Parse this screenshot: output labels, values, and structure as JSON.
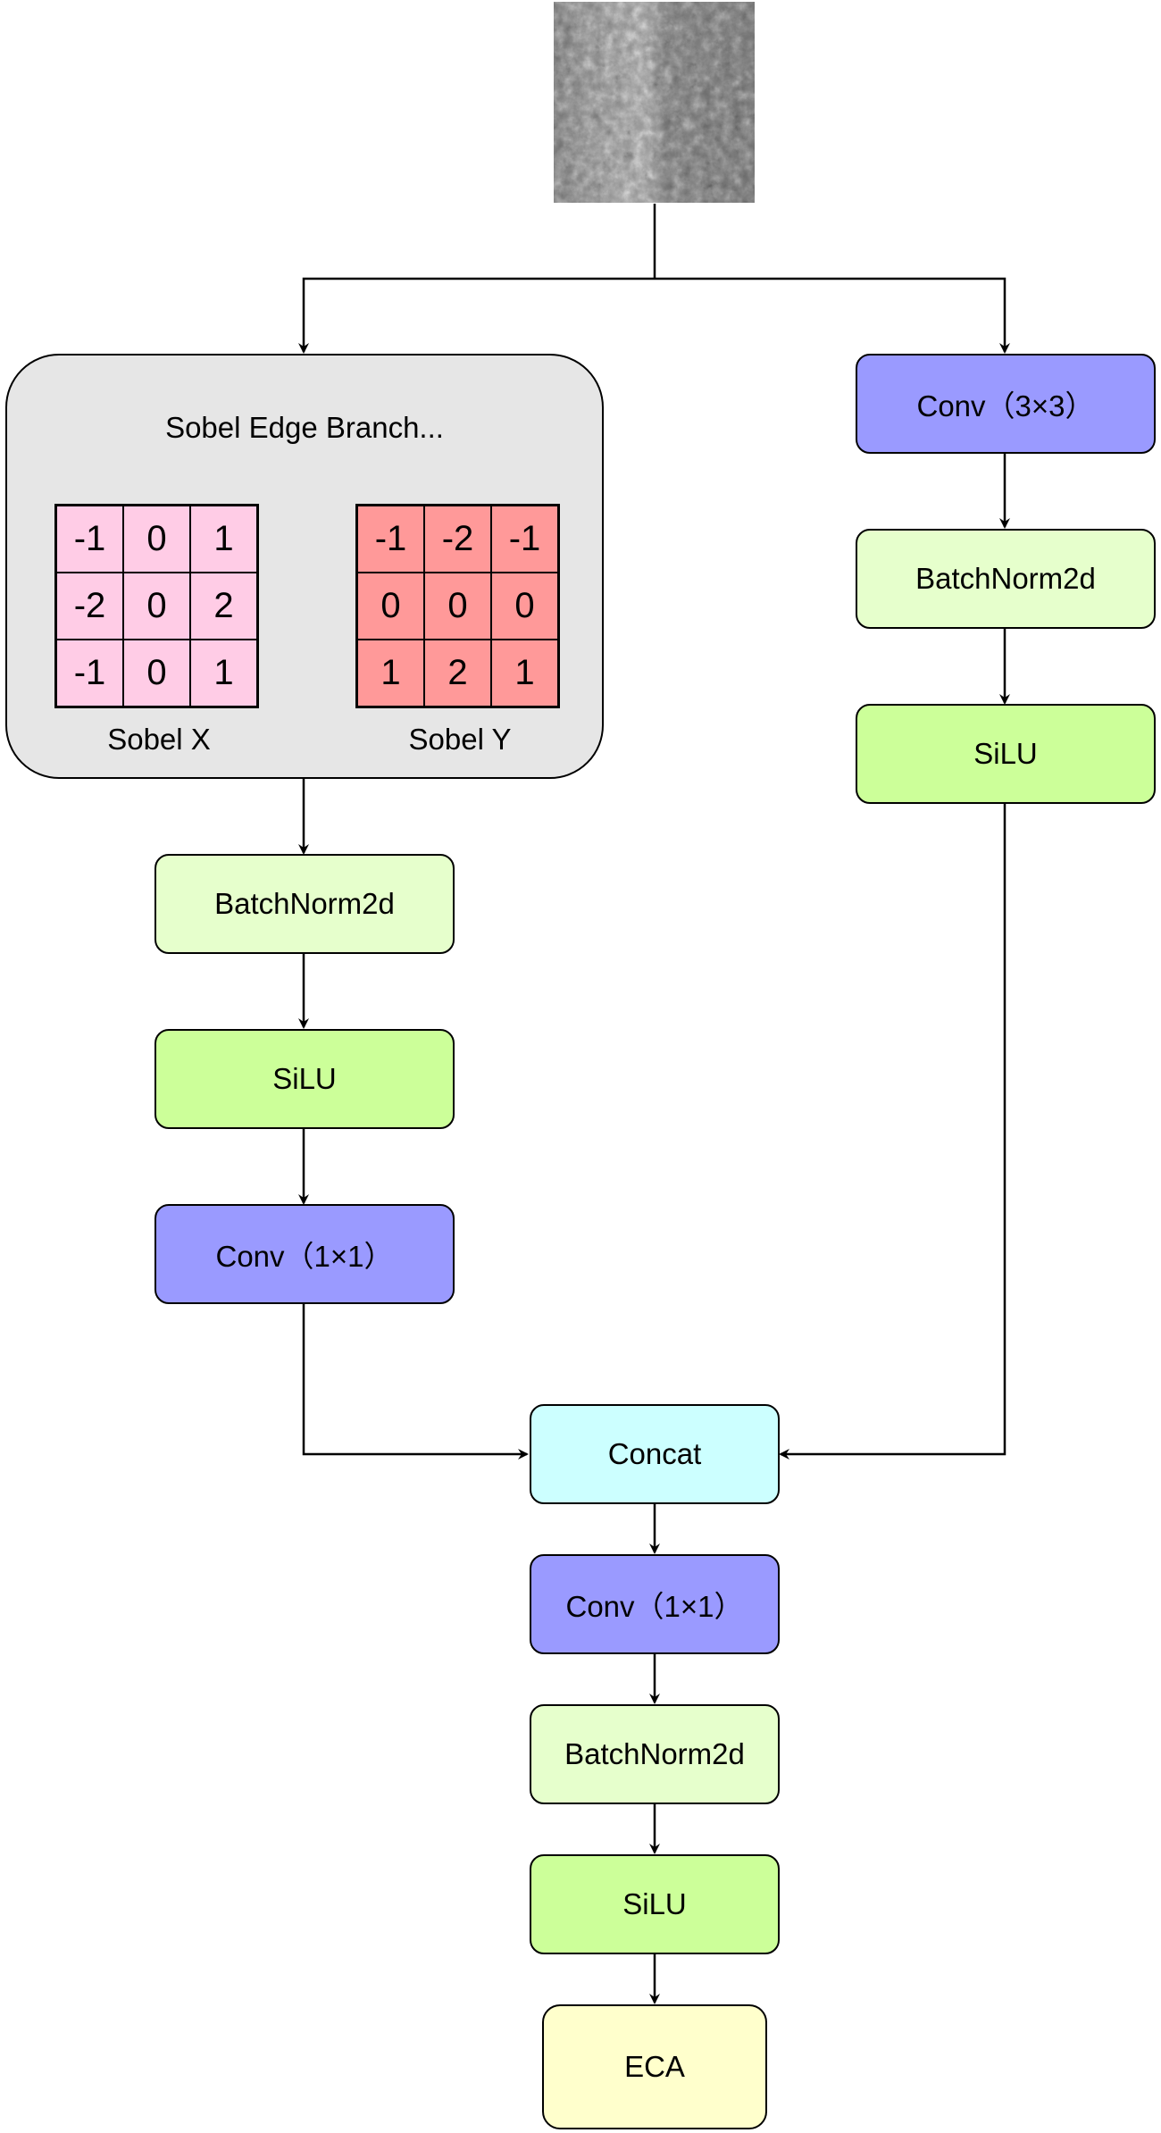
{
  "input": {
    "image": "grayscale-texture-image"
  },
  "sobel_branch": {
    "title": "Sobel Edge Branch...",
    "sobel_x": {
      "label": "Sobel X",
      "kernel": [
        [
          "-1",
          "0",
          "1"
        ],
        [
          "-2",
          "0",
          "2"
        ],
        [
          "-1",
          "0",
          "1"
        ]
      ]
    },
    "sobel_y": {
      "label": "Sobel Y",
      "kernel": [
        [
          "-1",
          "-2",
          "-1"
        ],
        [
          "0",
          "0",
          "0"
        ],
        [
          "1",
          "2",
          "1"
        ]
      ]
    }
  },
  "left_path": {
    "batchnorm": "BatchNorm2d",
    "silu": "SiLU",
    "conv": "Conv（1×1）"
  },
  "right_path": {
    "conv": "Conv（3×3）",
    "batchnorm": "BatchNorm2d",
    "silu": "SiLU"
  },
  "merge_path": {
    "concat": "Concat",
    "conv": "Conv（1×1）",
    "batchnorm": "BatchNorm2d",
    "silu": "SiLU",
    "eca": "ECA"
  },
  "colors": {
    "conv": "#9a9aff",
    "batchnorm": "#e6ffcc",
    "silu": "#ccff99",
    "concat": "#ccffff",
    "eca": "#ffffcc",
    "branch_bg": "#e6e6e6",
    "sobel_x_cell": "#ffcce6",
    "sobel_y_cell": "#ff9999"
  }
}
